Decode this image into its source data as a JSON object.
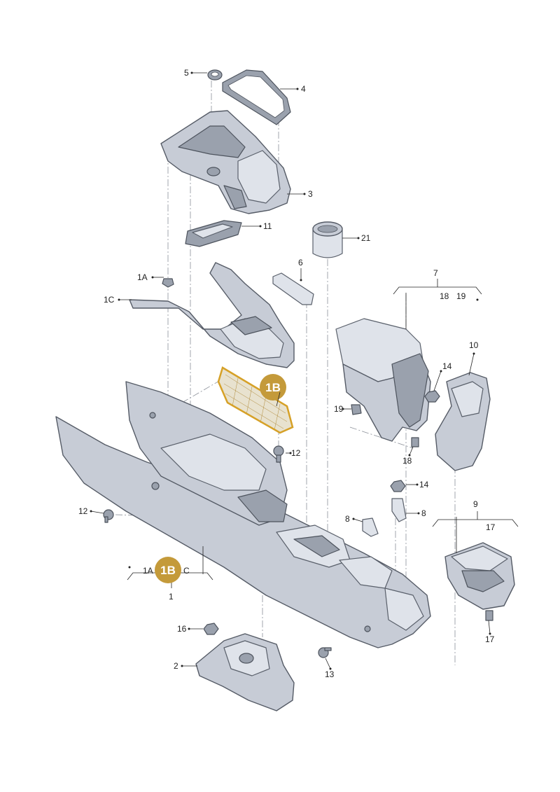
{
  "callouts": {
    "p1": "1",
    "p1A_top": "1A",
    "p1C_top": "1C",
    "p1A_bottom": "1A",
    "p1C_bottom": "C",
    "p2": "2",
    "p3": "3",
    "p4": "4",
    "p5": "5",
    "p6": "6",
    "p7": "7",
    "p8_upper": "8",
    "p8_lower": "8",
    "p9": "9",
    "p10": "10",
    "p11": "11",
    "p12_upper": "12",
    "p12_lower": "12",
    "p13": "13",
    "p14_upper": "14",
    "p14_lower": "14",
    "p16": "16",
    "p17_sub": "17",
    "p17_item": "17",
    "p18_sub": "18",
    "p18_item": "18",
    "p19_sub": "19",
    "p19_item": "19",
    "p21": "21"
  },
  "highlight": {
    "badge_upper": "1B",
    "badge_lower": "1B",
    "color": "#c49a3a",
    "outline_color": "#d6a128"
  }
}
